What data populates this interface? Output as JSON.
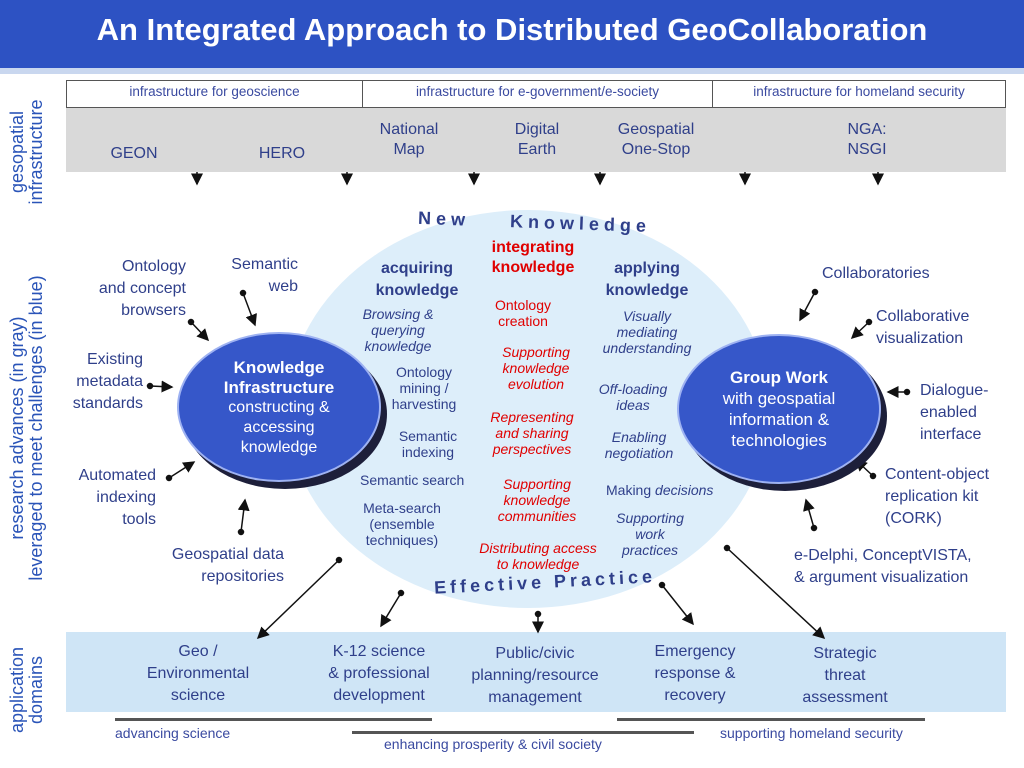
{
  "title": "An Integrated Approach to Distributed GeoCollaboration",
  "side_labels": {
    "top": "gesopatial\ninfrastructure",
    "middle": "research advances (in gray)\nleveraged to meet challenges (in blue)",
    "bottom": "application\ndomains"
  },
  "infrastructure_headers": [
    "infrastructure for geoscience",
    "infrastructure for e-government/e-society",
    "infrastructure for homeland security"
  ],
  "infrastructure_items": {
    "geon": "GEON",
    "hero": "HERO",
    "national_map": "National\nMap",
    "digital_earth": "Digital\nEarth",
    "geospatial_one_stop": "Geospatial\nOne-Stop",
    "nga": "NGA:\nNSGI"
  },
  "arc_labels": {
    "top": "New    Knowledge",
    "bottom": "Effective Practice"
  },
  "knowledge_infra": {
    "title": "Knowledge\nInfrastructure",
    "sub": "constructing &\naccessing\nknowledge"
  },
  "group_work": {
    "title": "Group Work",
    "sub": "with geospatial\ninformation &\ntechnologies"
  },
  "center": {
    "acquiring": "acquiring\nknowledge",
    "integrating": "integrating\nknowledge",
    "applying": "applying\nknowledge",
    "browsing": "Browsing &\nquerying\nknowledge",
    "ontology_mining": "Ontology\nmining /\nharvesting",
    "semantic_indexing": "Semantic\nindexing",
    "semantic_search": "Semantic search",
    "meta_search": "Meta-search\n(ensemble\ntechniques)",
    "ontology_creation": "Ontology\ncreation",
    "supporting_evolution": "Supporting\nknowledge\nevolution",
    "representing": "Representing\nand sharing\nperspectives",
    "supporting_communities": "Supporting\nknowledge\ncommunities",
    "distributing": "Distributing access\nto knowledge",
    "visually_mediating": "Visually\nmediating\nunderstanding",
    "offloading": "Off-loading\nideas",
    "enabling_negotiation": "Enabling\nnegotiation",
    "making": "Making ",
    "decisions": "decisions",
    "supporting_work": "Supporting\nwork\npractices"
  },
  "left_items": {
    "ontology_browsers": "Ontology\nand concept\nbrowsers",
    "semantic_web": "Semantic\nweb",
    "existing_metadata": "Existing\nmetadata\nstandards",
    "automated_indexing": "Automated\nindexing\ntools",
    "geospatial_repos": "Geospatial data\nrepositories"
  },
  "right_items": {
    "collaboratories": "Collaboratories",
    "collab_vis": "Collaborative\nvisualization",
    "dialogue": "Dialogue-\nenabled\ninterface",
    "cork": "Content-object\nreplication kit\n(CORK)",
    "edelphi": "e-Delphi, ConceptVISTA,\n& argument visualization"
  },
  "application_domains": [
    "Geo /\nEnvironmental\nscience",
    "K-12 science\n& professional\ndevelopment",
    "Public/civic\nplanning/resource\nmanagement",
    "Emergency\nresponse &\nrecovery",
    "Strategic\nthreat\nassessment"
  ],
  "bottom_labels": {
    "advancing": "advancing science",
    "enhancing": "enhancing prosperity & civil society",
    "supporting": "supporting homeland security"
  },
  "colors": {
    "title_bar": "#2d52c3",
    "node_fill": "#3657c9",
    "oval_fill": "#ddeefa",
    "red_text": "#e00000",
    "text_blue": "#2f3f8a",
    "gray_band": "#d9d9d9",
    "blue_band": "#cfe5f6"
  }
}
